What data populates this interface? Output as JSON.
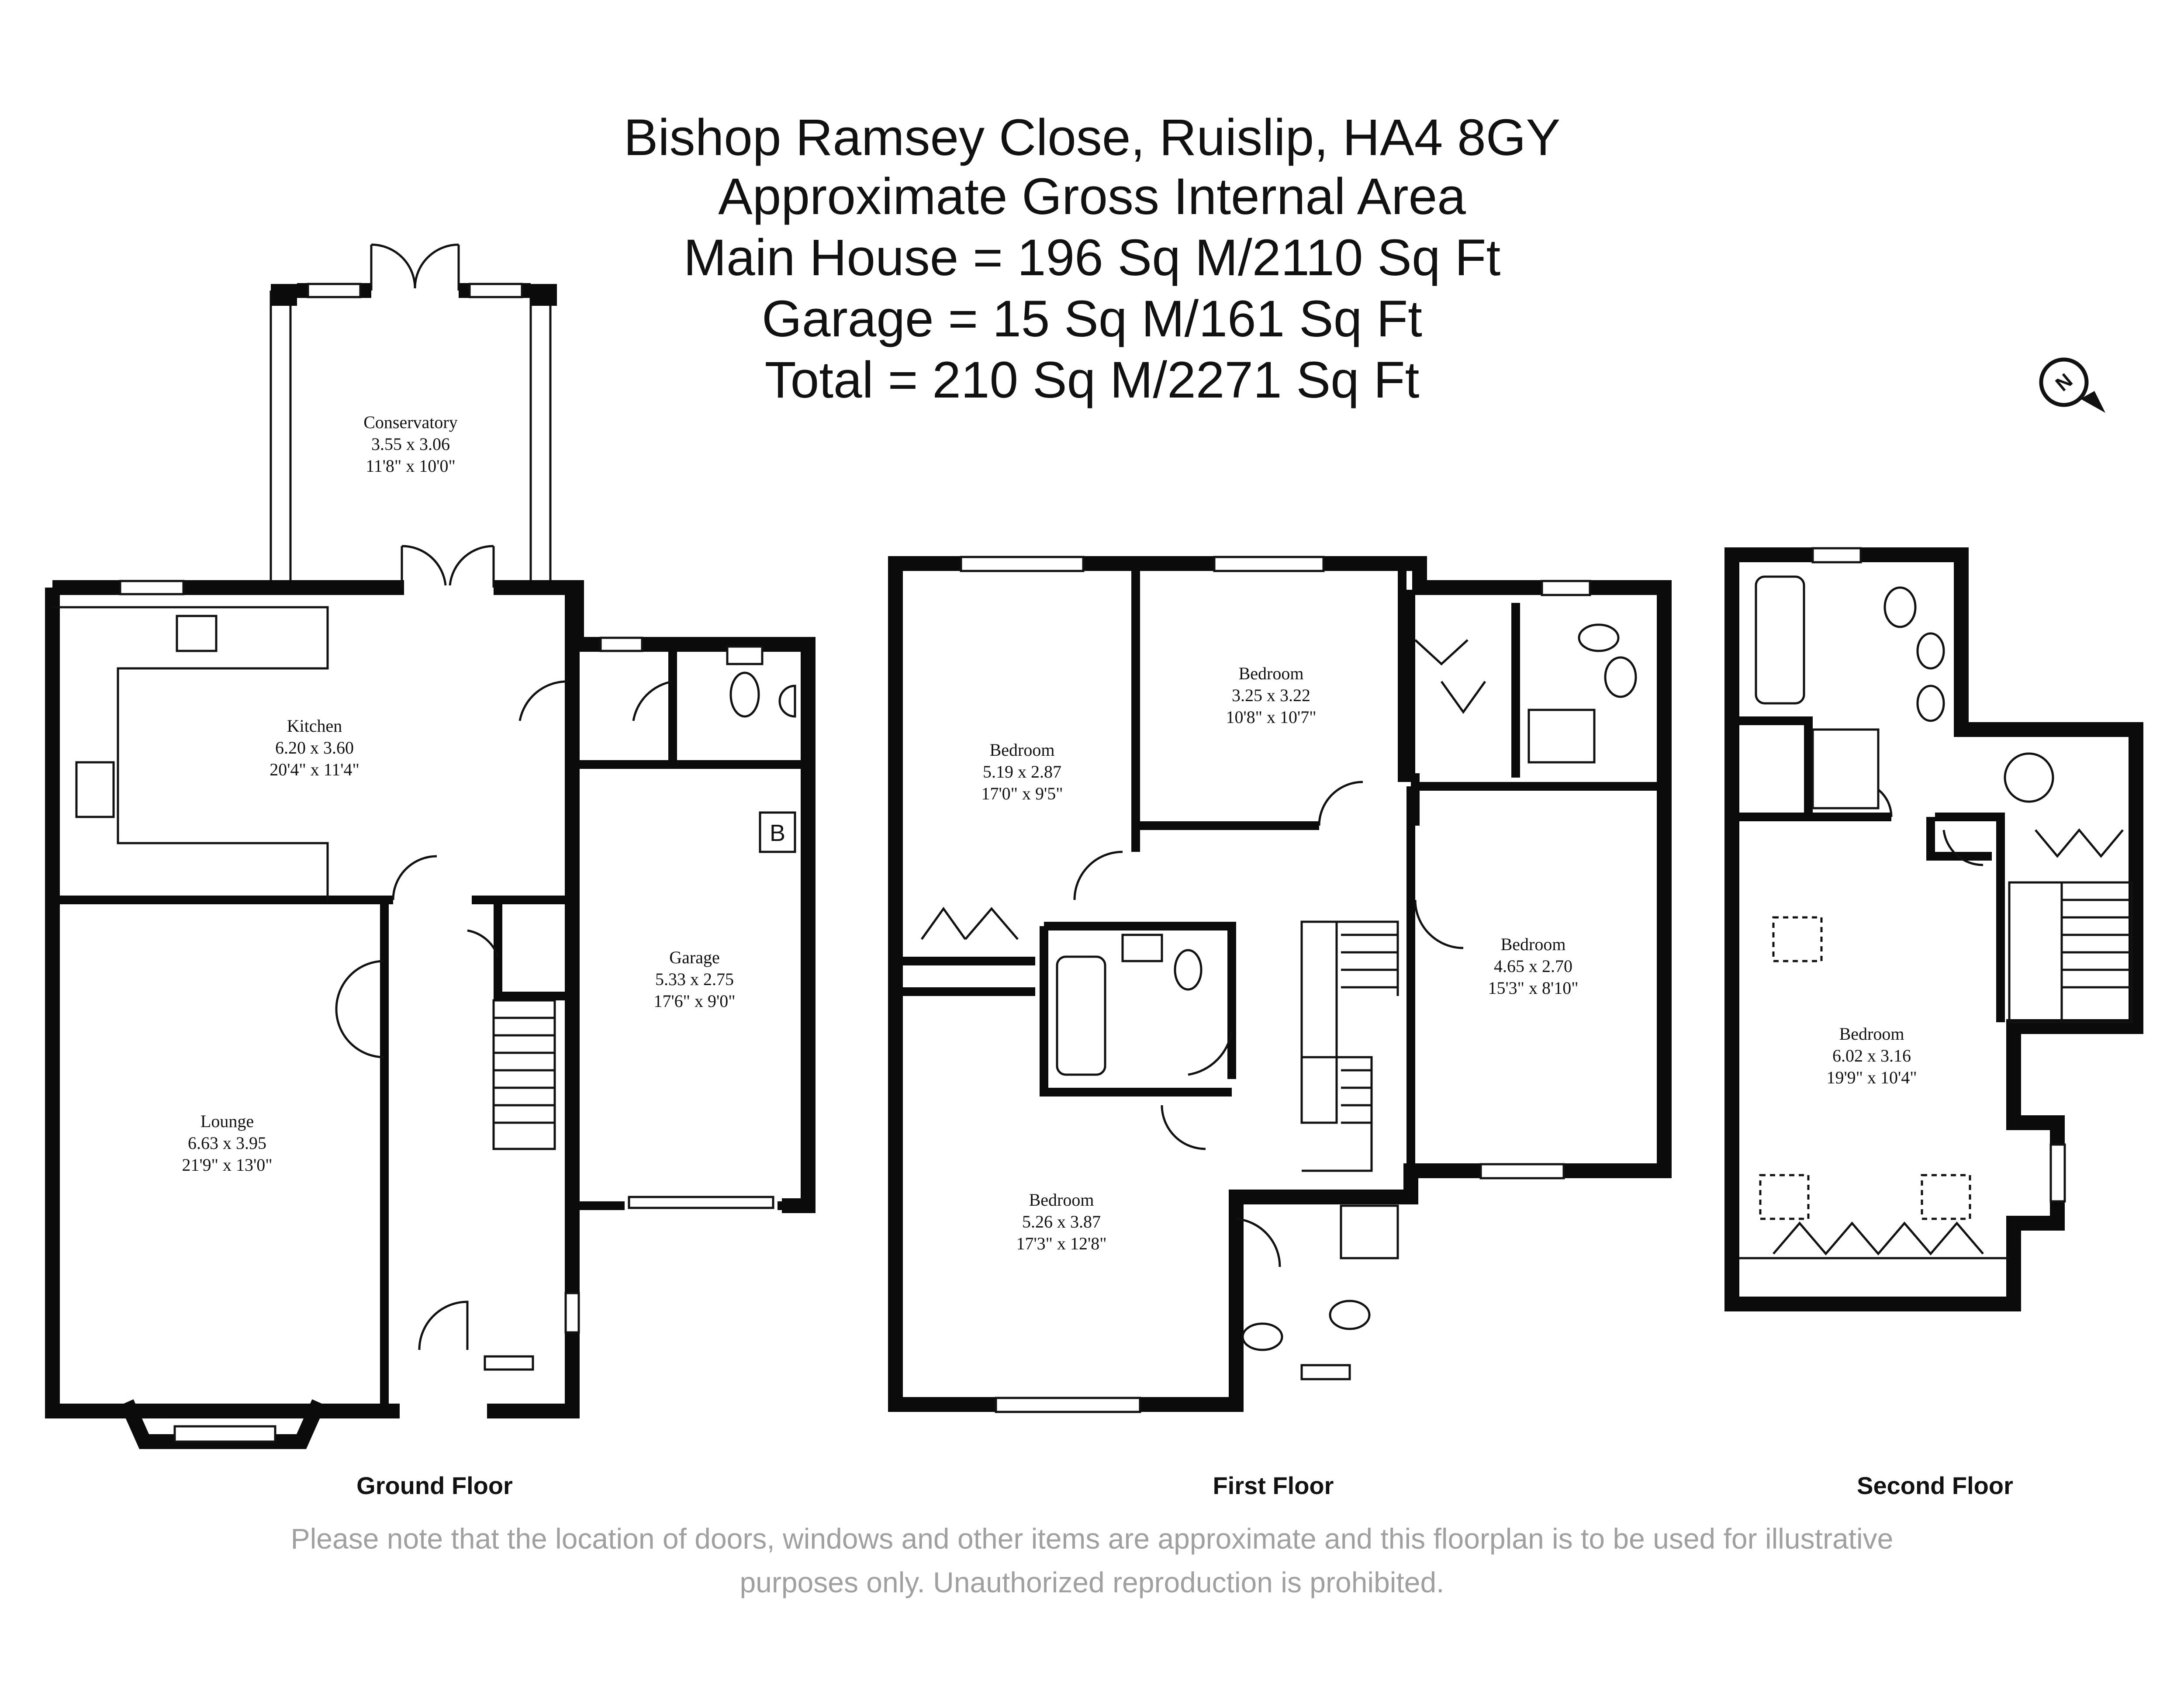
{
  "header": {
    "address": "Bishop Ramsey Close, Ruislip, HA4 8GY",
    "subtitle": "Approximate Gross Internal Area",
    "main_house": "Main House = 196 Sq M/2110 Sq Ft",
    "garage": "Garage = 15 Sq M/161 Sq Ft",
    "total": "Total = 210 Sq M/2271 Sq Ft"
  },
  "compass": {
    "icon": "north-arrow-icon",
    "letter": "N"
  },
  "floors": {
    "ground": {
      "label": "Ground Floor",
      "rooms": {
        "conservatory": {
          "name": "Conservatory",
          "metric": "3.55 x 3.06",
          "imperial": "11'8\" x 10'0\""
        },
        "kitchen": {
          "name": "Kitchen",
          "metric": "6.20 x 3.60",
          "imperial": "20'4\" x 11'4\""
        },
        "garage": {
          "name": "Garage",
          "metric": "5.33 x 2.75",
          "imperial": "17'6\" x 9'0\""
        },
        "lounge": {
          "name": "Lounge",
          "metric": "6.63 x 3.95",
          "imperial": "21'9\" x 13'0\""
        }
      },
      "boiler_label": "B"
    },
    "first": {
      "label": "First Floor",
      "rooms": {
        "bedroom_a": {
          "name": "Bedroom",
          "metric": "5.19 x 2.87",
          "imperial": "17'0\" x 9'5\""
        },
        "bedroom_b": {
          "name": "Bedroom",
          "metric": "3.25 x 3.22",
          "imperial": "10'8\" x 10'7\""
        },
        "bedroom_c": {
          "name": "Bedroom",
          "metric": "4.65 x 2.70",
          "imperial": "15'3\" x 8'10\""
        },
        "bedroom_d": {
          "name": "Bedroom",
          "metric": "5.26 x 3.87",
          "imperial": "17'3\" x 12'8\""
        }
      }
    },
    "second": {
      "label": "Second Floor",
      "rooms": {
        "bedroom": {
          "name": "Bedroom",
          "metric": "6.02 x 3.16",
          "imperial": "19'9\" x 10'4\""
        }
      }
    }
  },
  "disclaimer": {
    "line1": "Please note that the location of doors, windows and other items are approximate and this floorplan is to be used for illustrative",
    "line2": "purposes only. Unauthorized reproduction is prohibited."
  }
}
